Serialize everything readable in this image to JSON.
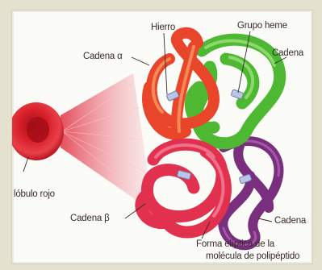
{
  "labels": {
    "cadena_alpha": "Cadena α",
    "hierro": "Hierro",
    "grupo_heme": "Grupo heme",
    "cadena_right_top": "Cadena",
    "globulo_rojo": "lóbulo rojo",
    "cadena_beta": "Cadena β",
    "cadena_right_bottom": "Cadena",
    "forma_line1": "Forma elíptica de la",
    "forma_line2": "molécula de polipéptido"
  },
  "colors": {
    "alpha_chain": "#e8452a",
    "gamma_chain": "#5cc23a",
    "beta_chain": "#e2314e",
    "delta_chain": "#7a2f7e",
    "red_cell": "#d8202a",
    "heme_iron": "#b8c6e8",
    "background": "#fbfbf8"
  }
}
